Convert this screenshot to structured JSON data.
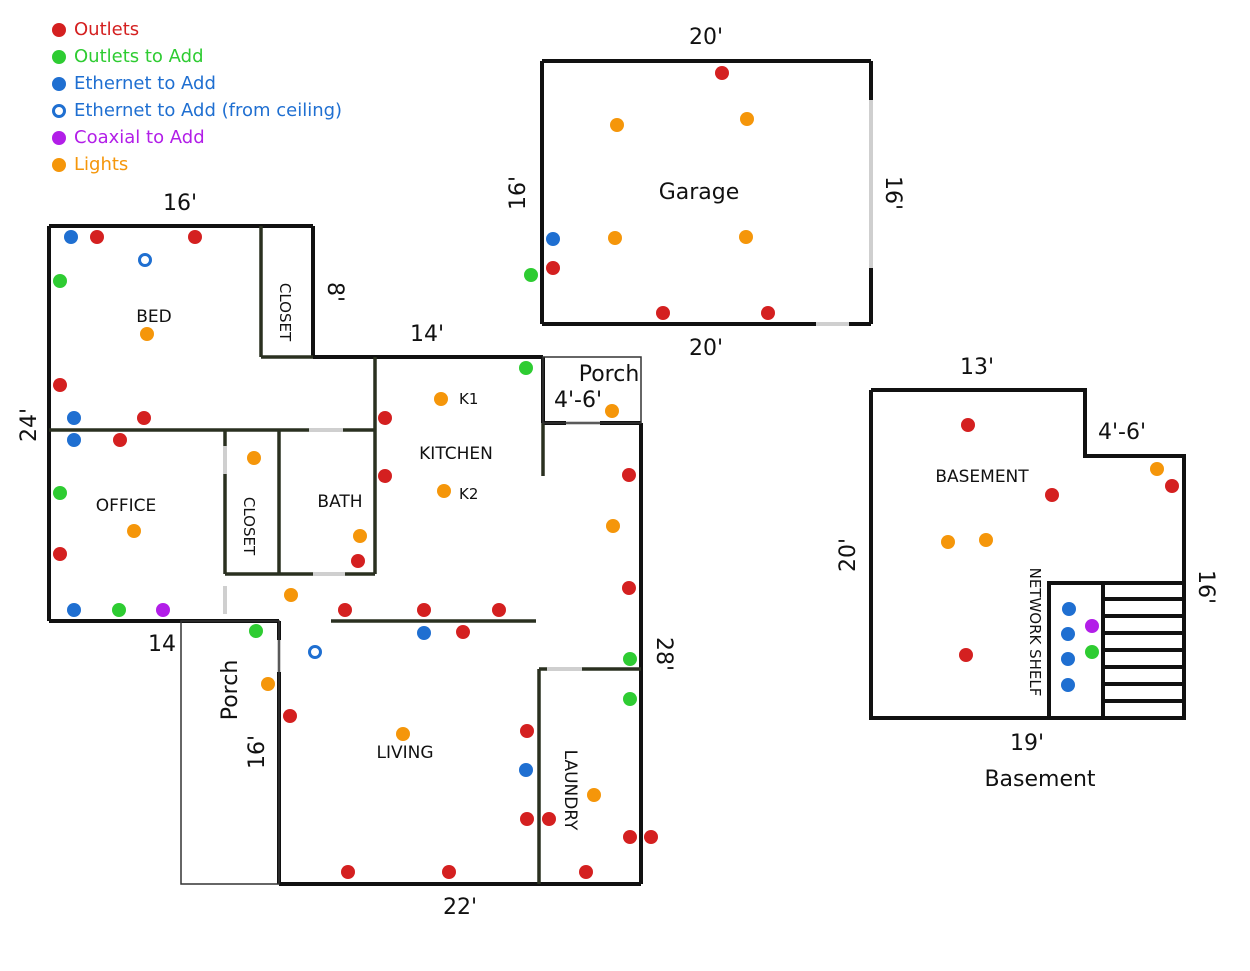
{
  "colors": {
    "outlet": "#d42020",
    "outlet_add": "#2ecc32",
    "ethernet": "#1f6fd1",
    "coax": "#b21ee8",
    "light": "#f5960a"
  },
  "legend": [
    {
      "label": "Outlets",
      "color": "#d42020",
      "icon": "filled-dot-icon"
    },
    {
      "label": "Outlets to Add",
      "color": "#2ecc32",
      "icon": "filled-dot-icon"
    },
    {
      "label": "Ethernet to Add",
      "color": "#1f6fd1",
      "icon": "filled-dot-icon"
    },
    {
      "label": "Ethernet to Add (from ceiling)",
      "color": "#1f6fd1",
      "icon": "ring-icon"
    },
    {
      "label": "Coaxial to Add",
      "color": "#b21ee8",
      "icon": "filled-dot-icon"
    },
    {
      "label": "Lights",
      "color": "#f5960a",
      "icon": "filled-dot-icon"
    }
  ],
  "dimensions": {
    "bed_top": "16'",
    "house_left": "24'",
    "closet_side": "8'",
    "kitchen_top": "14'",
    "office_bottom": "14",
    "porch_side": "16'",
    "house_right": "28'",
    "living_bottom": "22'",
    "porch_small": "4'-6'",
    "garage_top": "20'",
    "garage_bottom": "20'",
    "garage_left": "16'",
    "garage_right": "16'",
    "basement_top": "13'",
    "basement_step": "4'-6'",
    "basement_left": "20'",
    "basement_right": "16'",
    "basement_bottom": "19'"
  },
  "rooms": {
    "bed": "BED",
    "closet_bed": "CLOSET",
    "office": "OFFICE",
    "closet_office": "CLOSET",
    "bath": "BATH",
    "kitchen": "KITCHEN",
    "living": "LIVING",
    "laundry": "LAUNDRY",
    "porch_main": "Porch",
    "porch_small": "Porch",
    "garage": "Garage",
    "basement": "BASEMENT",
    "network_shelf": "NETWORK SHELF",
    "basement_caption": "Basement"
  },
  "lights": {
    "k1": "K1",
    "k2": "K2"
  }
}
